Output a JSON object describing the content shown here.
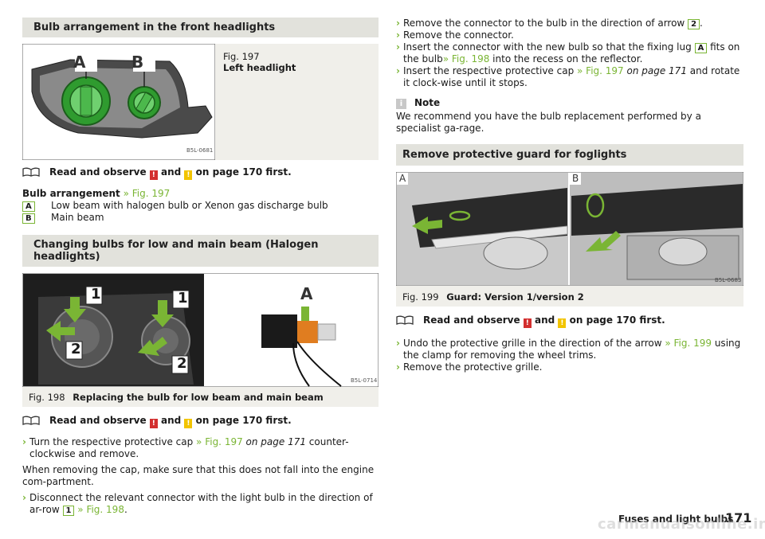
{
  "left": {
    "section1_title": "Bulb arrangement in the front headlights",
    "fig197": {
      "code": "B5L-0681",
      "label_a": "A",
      "label_b": "B",
      "caption_num": "Fig. 197",
      "caption_title": "Left headlight"
    },
    "read1": {
      "prefix": "Read and observe",
      "and": "and",
      "suffix": "on page 170 first."
    },
    "arrangement": {
      "label": "Bulb arrangement",
      "ref": "» Fig. 197",
      "items": [
        {
          "key": "A",
          "text": "Low beam with halogen bulb or Xenon gas discharge bulb"
        },
        {
          "key": "B",
          "text": "Main beam"
        }
      ]
    },
    "section2_title": "Changing bulbs for low and main beam (Halogen headlights)",
    "fig198": {
      "code": "B5L-0714",
      "num1": "1",
      "num2": "2",
      "label_a": "A",
      "caption_num": "Fig. 198",
      "caption_title": "Replacing the bulb for low beam and main beam"
    },
    "read2": {
      "prefix": "Read and observe",
      "and": "and",
      "suffix": "on page 170 first."
    },
    "step1_a": "Turn the respective protective cap ",
    "step1_link": "» Fig. 197",
    "step1_italic": " on page 171",
    "step1_b": " counter-clockwise and remove.",
    "para1": "When removing the cap, make sure that this does not fall into the engine com-partment.",
    "step2_a": "Disconnect the relevant connector with the light bulb in the direction of ar-row ",
    "step2_box": "1",
    "step2_link": " » Fig. 198",
    "step2_end": "."
  },
  "right": {
    "r1_a": "Remove the connector to the bulb in the direction of arrow ",
    "r1_box": "2",
    "r1_end": ".",
    "r2": "Remove the connector.",
    "r3_a": "Insert the connector with the new bulb so that the fixing lug ",
    "r3_box": "A",
    "r3_b": " fits on the bulb",
    "r3_link": "» Fig. 198",
    "r3_c": " into the recess on the reflector.",
    "r4_a": "Insert the respective protective cap ",
    "r4_link": "» Fig. 197",
    "r4_italic": " on page 171",
    "r4_b": " and rotate it clock-wise until it stops.",
    "note_title": "Note",
    "note_text": "We recommend you have the bulb replacement performed by a specialist ga-rage.",
    "section3_title": "Remove protective guard for foglights",
    "fig199": {
      "label_a": "A",
      "label_b": "B",
      "code": "B5L-0683",
      "caption_num": "Fig. 199",
      "caption_title": "Guard: Version 1/version 2"
    },
    "read3": {
      "prefix": "Read and observe",
      "and": "and",
      "suffix": "on page 170 first."
    },
    "u1_a": "Undo the protective grille in the direction of the arrow ",
    "u1_link": "» Fig. 199",
    "u1_b": " using the clamp for removing the wheel trims.",
    "u2": "Remove the protective grille."
  },
  "footer": {
    "section": "Fuses and light bulbs",
    "page": "171",
    "watermark": "carmanualsonline.info"
  },
  "colors": {
    "accent": "#7ab534",
    "header_bg": "#e2e2dc",
    "warn_red": "#d32f2f",
    "warn_yellow": "#f2c400"
  }
}
